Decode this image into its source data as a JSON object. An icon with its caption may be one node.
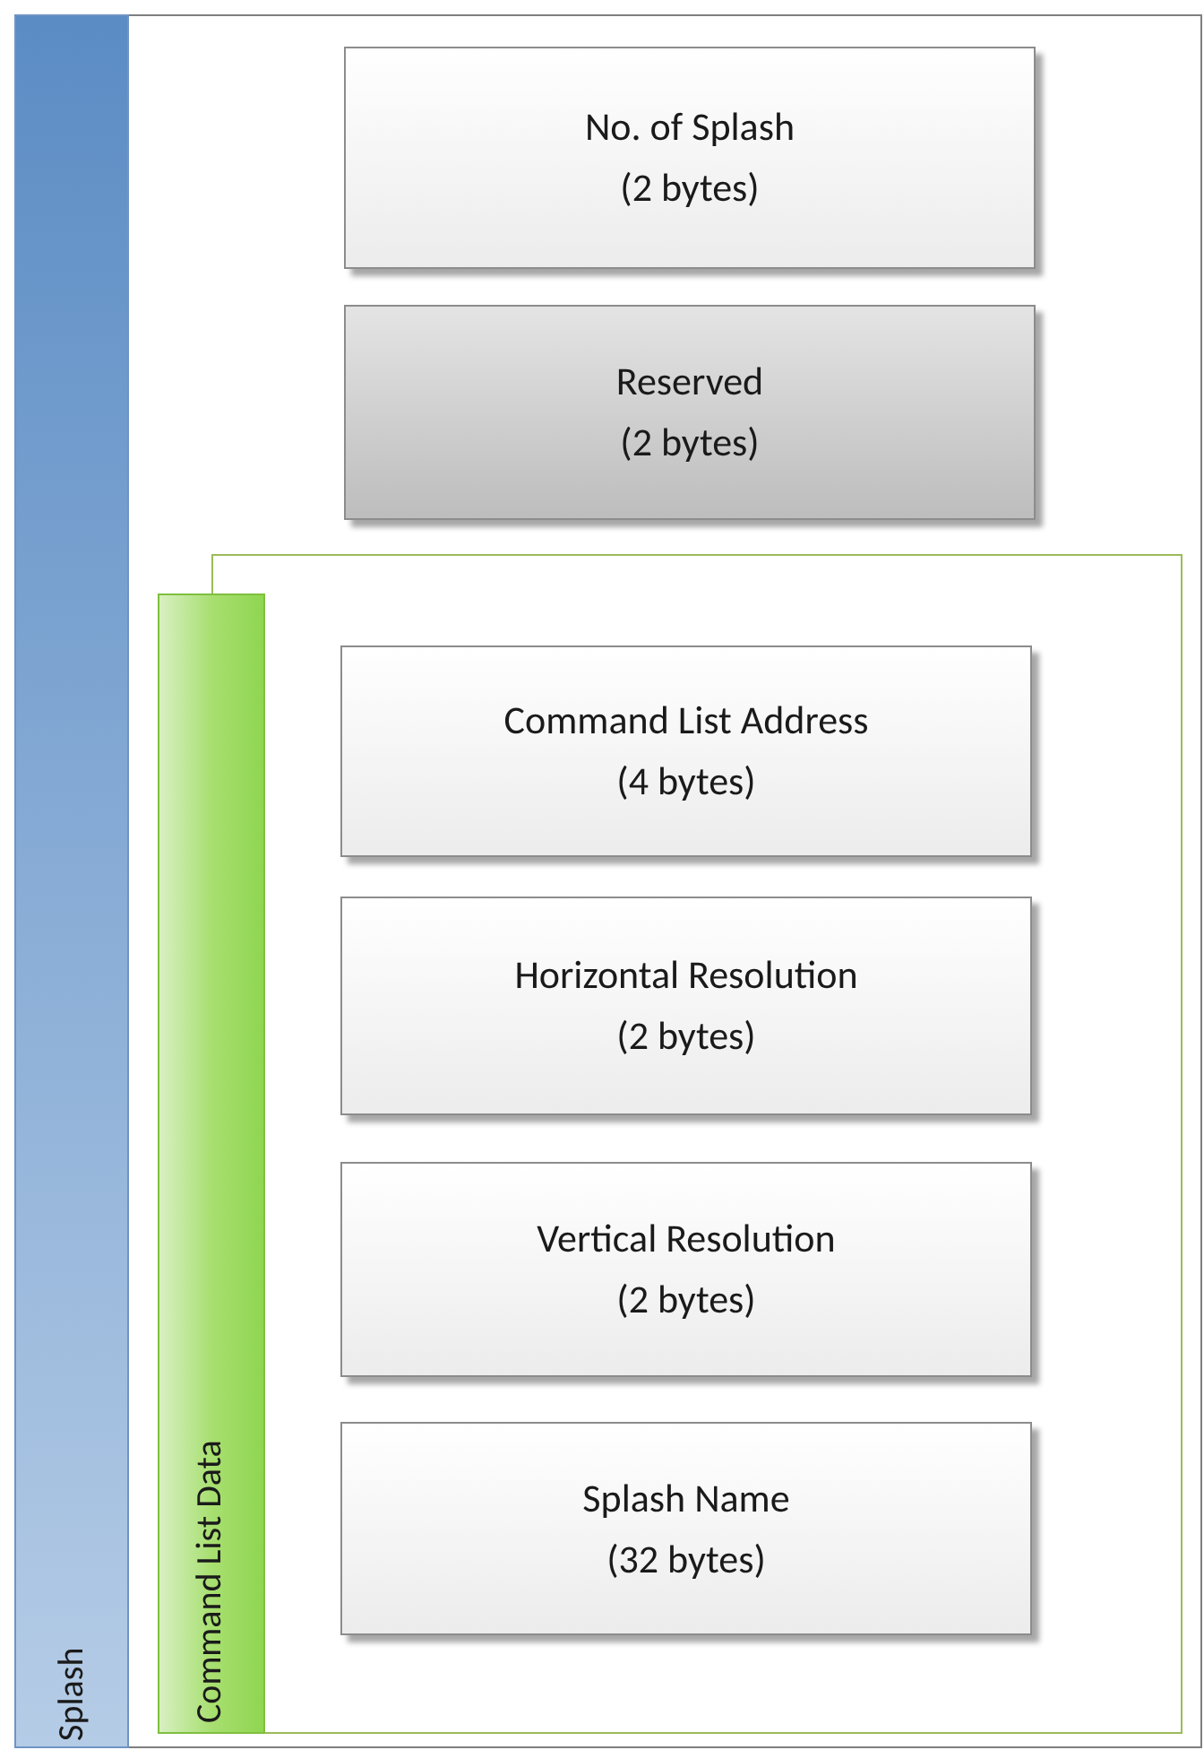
{
  "diagram": {
    "nodes": [
      {
        "text": [
          "Splash"
        ]
      },
      {
        "text": [
          "No. of Splash",
          "(2 bytes)"
        ],
        "in": 0
      },
      {
        "text": [
          "Reserved",
          "(2 bytes)"
        ],
        "in": 0
      },
      {
        "text": [
          "Command List Data"
        ],
        "in": 0
      },
      {
        "text": [
          "Command List Address",
          "(4 bytes)"
        ],
        "in": 3
      },
      {
        "text": [
          "Horizontal Resolution",
          "(2 bytes)"
        ],
        "in": 3
      },
      {
        "text": [
          "Vertical Resolution",
          "(2 bytes)"
        ],
        "in": 3
      },
      {
        "text": [
          "Splash Name",
          "(32 bytes)"
        ],
        "in": 3
      }
    ]
  }
}
